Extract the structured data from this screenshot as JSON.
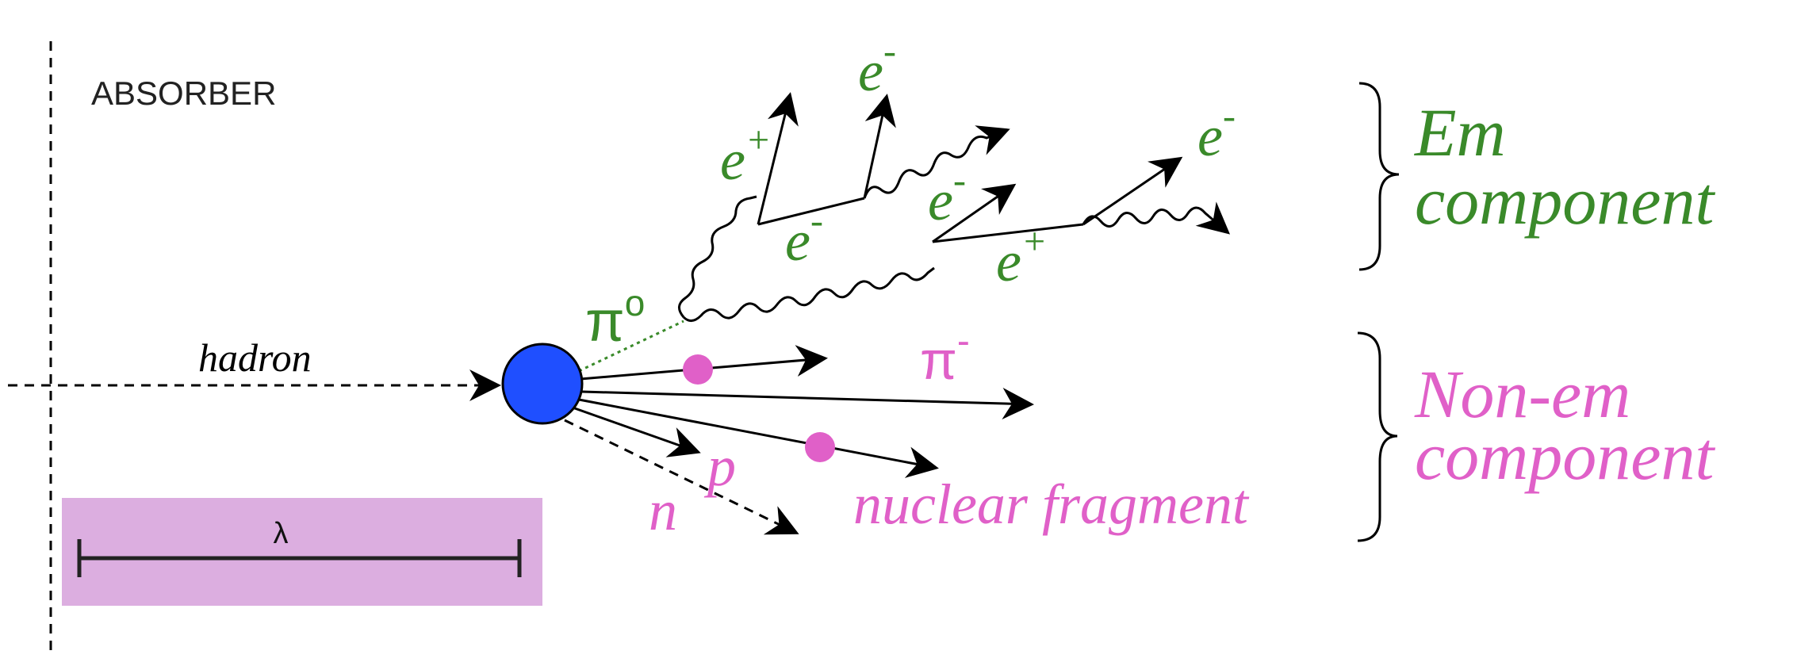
{
  "labels": {
    "absorber": "ABSORBER",
    "hadron": "hadron",
    "lambda": "λ",
    "pi0_base": "π",
    "pi0_sup": "o",
    "e_minus_top_base": "e",
    "e_minus_top_sup": "-",
    "e_plus_left_base": "e",
    "e_plus_left_sup": "+",
    "e_minus_mid_base": "e",
    "e_minus_mid_sup": "-",
    "e_minus_low_base": "e",
    "e_minus_low_sup": "-",
    "e_minus_right_base": "e",
    "e_minus_right_sup": "-",
    "e_plus_right_base": "e",
    "e_plus_right_sup": "+",
    "pi_minus_base": "π",
    "pi_minus_sup": "-",
    "p": "p",
    "n": "n",
    "nuclear_fragment": "nuclear fragment",
    "em_line1": "Em",
    "em_line2": "component",
    "nonem_line1": "Non-em",
    "nonem_line2": "component"
  },
  "colors": {
    "green": "#3a8a2a",
    "magenta": "#e060c8",
    "black": "#000000",
    "hadron_blue": "#1f4fff",
    "absorber_band": "#dcaee0"
  }
}
